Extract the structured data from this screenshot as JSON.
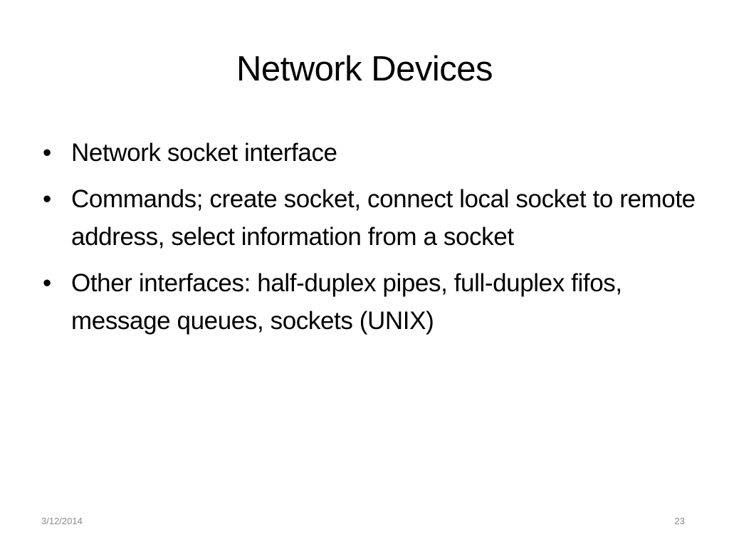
{
  "slide": {
    "title": "Network Devices",
    "bullet_symbol": "•",
    "bullets": [
      "Network socket interface",
      "Commands; create socket, connect local socket to remote address, select information from a socket",
      "Other interfaces: half-duplex pipes, full-duplex fifos, message queues, sockets (UNIX)"
    ],
    "footer": {
      "date": "3/12/2014",
      "page_number": "23"
    }
  }
}
